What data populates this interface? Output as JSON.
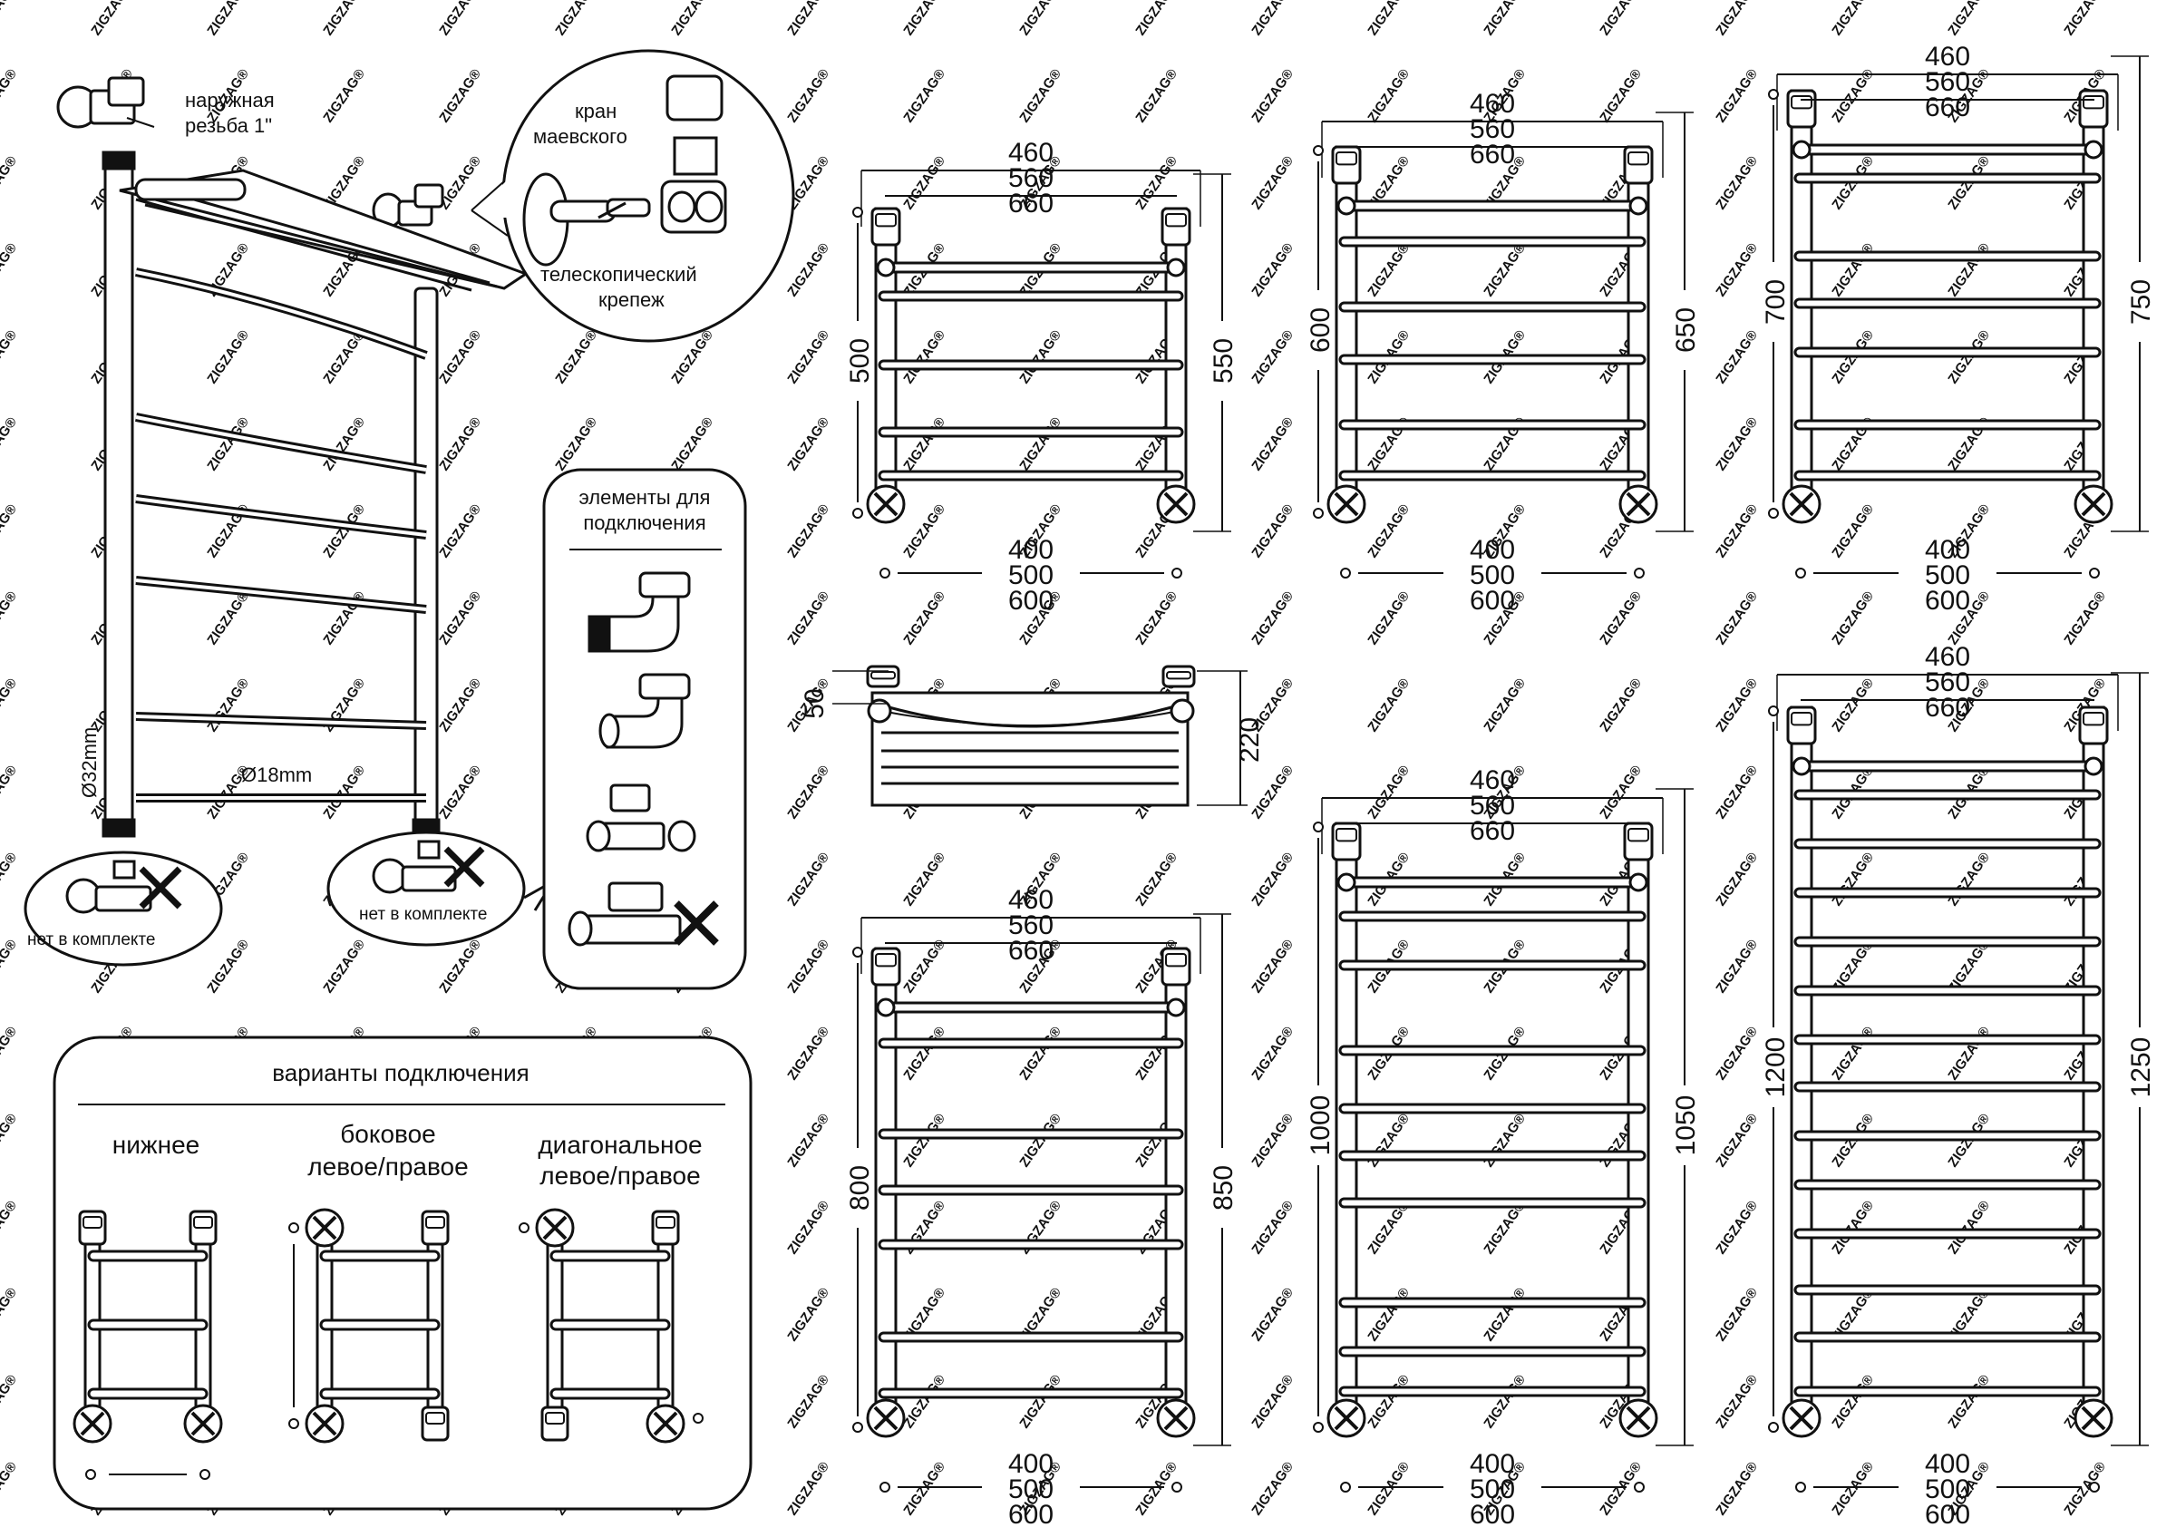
{
  "watermark": "ZIGZAG®",
  "detail": {
    "thread_label": [
      "наружная",
      "резьба 1\""
    ],
    "valve_label": [
      "кран",
      "маевского"
    ],
    "mount_label": [
      "телескопический",
      "крепеж"
    ],
    "main_pipe": "Ø32mm",
    "rung_pipe": "Ø18mm",
    "not_included": "нет в комплекте"
  },
  "elements": {
    "title": [
      "элементы для",
      "подключения"
    ]
  },
  "connections": {
    "title": "варианты подключения",
    "bottom": "нижнее",
    "side": [
      "боковое",
      "левое/правое"
    ],
    "diagonal": [
      "диагональное",
      "левое/правое"
    ]
  },
  "widths": [
    "460",
    "560",
    "660"
  ],
  "axes": [
    "400",
    "500",
    "600"
  ],
  "models": [
    {
      "h_axis": "500",
      "h_total": "550"
    },
    {
      "h_axis": "600",
      "h_total": "650"
    },
    {
      "h_axis": "700",
      "h_total": "750"
    },
    {
      "h_axis": "800",
      "h_total": "850"
    },
    {
      "h_axis": "1000",
      "h_total": "1050"
    },
    {
      "h_axis": "1200",
      "h_total": "1250"
    }
  ],
  "shelf": {
    "depth": "50",
    "height": "220"
  },
  "colors": {
    "line": "#111111",
    "watermark": "#d9d9d9"
  }
}
